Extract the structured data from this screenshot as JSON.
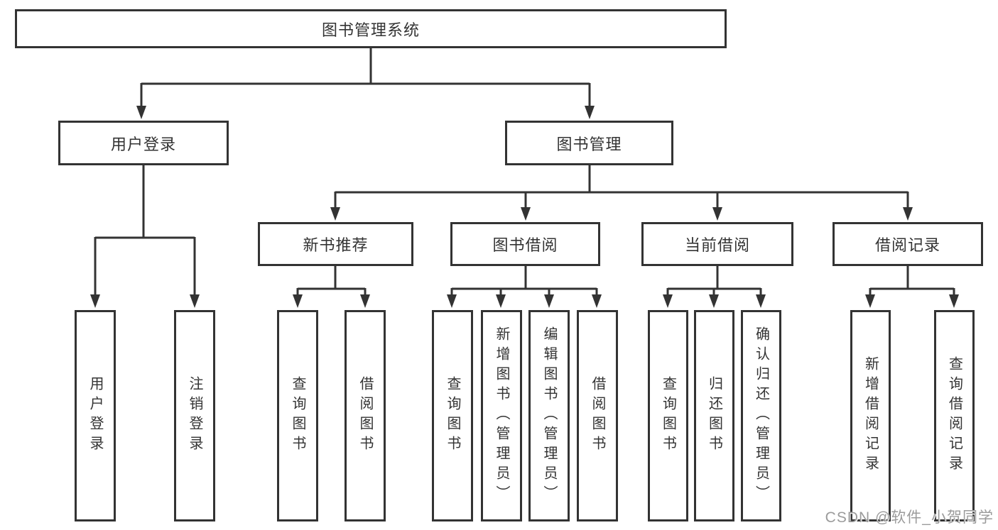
{
  "root": {
    "label": "图书管理系统"
  },
  "user_login": {
    "label": "用户登录",
    "children": [
      {
        "label": "用户登录"
      },
      {
        "label": "注销登录"
      }
    ]
  },
  "book_mgmt": {
    "label": "图书管理",
    "groups": [
      {
        "label": "新书推荐",
        "children": [
          {
            "label": "查询图书"
          },
          {
            "label": "借阅图书"
          }
        ]
      },
      {
        "label": "图书借阅",
        "children": [
          {
            "label": "查询图书"
          },
          {
            "label": "新增图书（管理员）"
          },
          {
            "label": "编辑图书（管理员）"
          },
          {
            "label": "借阅图书"
          }
        ]
      },
      {
        "label": "当前借阅",
        "children": [
          {
            "label": "查询图书"
          },
          {
            "label": "归还图书"
          },
          {
            "label": "确认归还（管理员）"
          }
        ]
      },
      {
        "label": "借阅记录",
        "children": [
          {
            "label": "新增借阅记录"
          },
          {
            "label": "查询借阅记录"
          }
        ]
      }
    ]
  },
  "watermark": "CSDN @软件_小贺同学",
  "colors": {
    "line": "#333333",
    "box_background": "#ffffff",
    "watermark": "#9b9b9b"
  }
}
